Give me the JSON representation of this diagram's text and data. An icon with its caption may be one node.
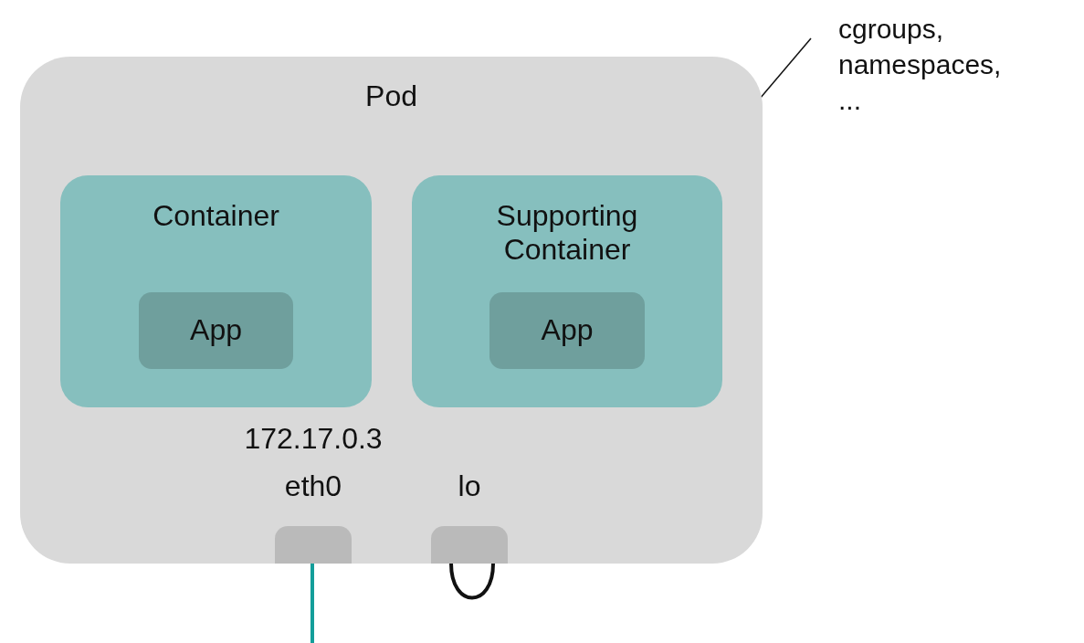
{
  "diagram": {
    "nodes": [
      {
        "text": [
          "Pod"
        ]
      },
      {
        "text": [
          "Container"
        ],
        "in": 0
      },
      {
        "text": [
          "App"
        ],
        "in": 1
      },
      {
        "text": [
          "Supporting Container"
        ],
        "in": 0
      },
      {
        "text": [
          "App"
        ],
        "in": 3
      },
      {
        "text": [],
        "shape": "box",
        "in": 0,
        "beside": [
          "172.17.0.3",
          "eth0"
        ]
      },
      {
        "text": [],
        "shape": "box",
        "in": 0,
        "beside": [
          "lo"
        ]
      },
      {
        "text": [
          "cgroups, namespaces, ..."
        ]
      }
    ],
    "edges": [
      {
        "from": 5,
        "to": null,
        "arrow": "none",
        "color": "#139e9a"
      },
      {
        "from": 6,
        "to": 6,
        "arrow": "none"
      },
      {
        "from": 7,
        "to": 0,
        "arrow": "none"
      }
    ]
  }
}
